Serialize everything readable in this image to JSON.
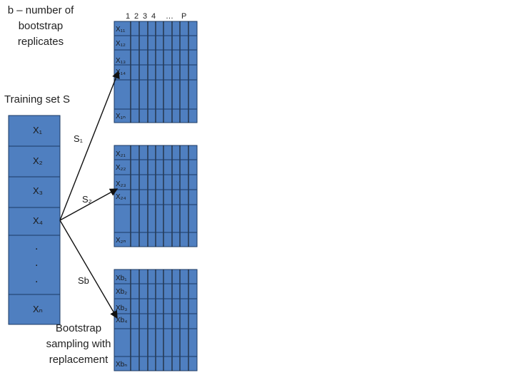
{
  "caption_top": "b – number of bootstrap replicates",
  "training_label": "Training set S",
  "column_headers": {
    "c1": "1",
    "c2": "2",
    "c3": "3",
    "c4": "4",
    "ellipsis": "…",
    "p": "P"
  },
  "training_items": [
    "X₁",
    "X₂",
    "X₃",
    "X₄",
    ".",
    ".",
    ".",
    "Xₙ"
  ],
  "samples": [
    {
      "label": "S₁",
      "rows": [
        "X₁₁",
        "X₁₂",
        "X₁₃",
        "X₁₄",
        "X₁ₙ"
      ]
    },
    {
      "label": "S₂",
      "rows": [
        "X₂₁",
        "X₂₂",
        "X₂₃",
        "X₂₄",
        "X₂ₙ"
      ]
    },
    {
      "label": "Sb",
      "rows": [
        "Xb₁",
        "Xb₂",
        "Xb₃",
        "Xb₄",
        "Xbₙ"
      ]
    }
  ],
  "caption_bottom": "Bootstrap sampling with replacement",
  "colors": {
    "fill": "#4f7fc0",
    "stroke": "#1b3a63",
    "text": "#1a1a1a"
  }
}
